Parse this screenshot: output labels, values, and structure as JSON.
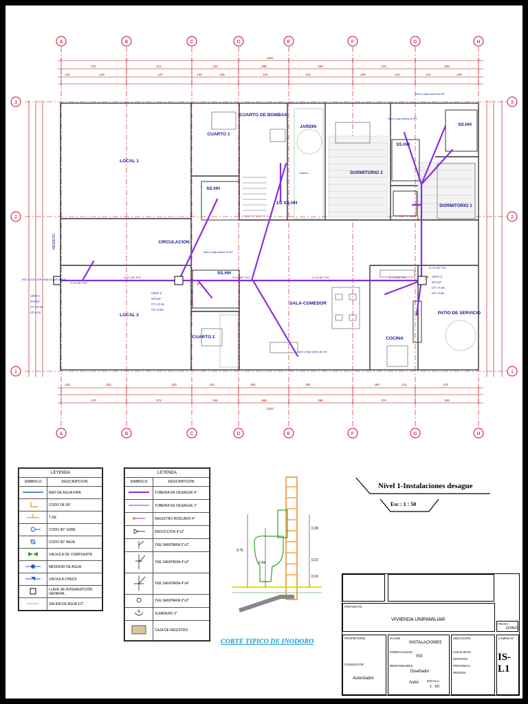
{
  "grid": {
    "columns": [
      "A",
      "B",
      "C",
      "D",
      "E",
      "F",
      "G",
      "H"
    ],
    "rows": [
      "3",
      "2",
      "1"
    ]
  },
  "dimensions": {
    "top_total": "2257",
    "top_row1": [
      "270",
      "272",
      "245",
      "288",
      "258",
      "278",
      "293"
    ],
    "top_row2": [
      "125",
      "140",
      "147",
      "120",
      "125",
      "116",
      "133",
      "225",
      "110",
      "121",
      "138"
    ],
    "bottom_row1": [
      "125",
      "422",
      "230",
      "140",
      "250",
      "300",
      "180",
      "110",
      "175"
    ],
    "bottom_row2": [
      "270",
      "272",
      "245",
      "288",
      "258",
      "278",
      "293"
    ],
    "bottom_total": "2257"
  },
  "rooms": {
    "local1": "LOCAL 1",
    "local2": "LOCAL 2",
    "cuarto1": "CUARTO 1",
    "cuarto2": "CUARTO 2",
    "cuarto_bombas": "CUARTO DE BOMBAS",
    "jardin": "JARDIN",
    "dormitorio2": "DORMITORIO 2",
    "dormitorio1": "DORMITORIO 1",
    "circulacion": "CIRCULACION",
    "sala_comedor": "SALA-COMEDOR",
    "cocina": "COCINA",
    "patio": "PATIO DE SERVICIO",
    "sshh1": "SS.HH",
    "sshh2": "SS.HH",
    "sshh3": "SS.HH",
    "sshh4": "SS.HH",
    "half_ss": "1/2 SS.HH"
  },
  "annotations": {
    "sube_baja_1": "Sube y baja tuberia de Ø4\"",
    "sube_baja_2": "Sube y baja tuberia de Ø4\"",
    "sube_baja_3": "Sube y baja tuberia de Ø4\"",
    "sube_baja_4": "Sube y baja tuberia de Ø4\"",
    "red_colector": "RED COLECTOR PUBLICO DESAGUE",
    "cajas": [
      {
        "name": "CRAF 1",
        "lines": [
          "24\"x12\"",
          "CT=+0.15",
          "CF=-0.6"
        ]
      },
      {
        "name": "CRAF 2",
        "lines": [
          "24\"x12\"",
          "CT=+0.15",
          "CF=-0.53"
        ]
      },
      {
        "name": "CRAF 3",
        "lines": [
          "24\"x12\"",
          "CT=+0.15",
          "CF=-0.45"
        ]
      }
    ],
    "pipe_labels": [
      "S=1% Ø4\" PVC",
      "S=1% Ø4\" PVC",
      "S=1% Ø4\" PVC",
      "S=1% Ø4\" PVC",
      "S=1% Ø4\" PVC",
      "S=1% Ø4\" PVC"
    ],
    "ingreso": "INGRESO",
    "cisterna": "Cisterna"
  },
  "legend1": {
    "title": "LEYENDA",
    "col_symbol": "SIMBOLO",
    "col_desc": "DESCRIPCION",
    "items": [
      "RED DE AGUA FRIA",
      "CODO DE 90°",
      "T EE",
      "CODO 90° SUBE",
      "CODO 90° BAJA",
      "VÁLVULA DE COMPUERTA",
      "MEDIDOR DE AGUA",
      "VÁLVULA CHECK",
      "LLAVE DE INTERRUPCIÓN GENERAL",
      "SALIDA DE AGUA 1/2\""
    ]
  },
  "legend2": {
    "title": "LEYENDA",
    "col_symbol": "SIMBOLO",
    "col_desc": "DESCRIPCION",
    "items": [
      "TUBERIA DE DESAGUE 4\"",
      "TUBERIA DE DESAGUE 2\"",
      "REGISTRO ROSCADO 4\"",
      "REDUCCION 4\"x2\"",
      "YEE SANITARIA 2\"x2\"",
      "YEE SANITARIA 4\"x2\"",
      "YEE SANITARIA 4\"x4\"",
      "YEE SANITARIA 2\"x2\"",
      "SUMIDERO 2\"",
      "CAJA DE REGISTRO"
    ]
  },
  "section": {
    "title": "CORTE TIPICO DE INODORO",
    "dims": [
      "0.75",
      "0.43",
      "0.38",
      "0.21",
      "0.16"
    ]
  },
  "sheet_title": {
    "title": "Nivel 1-Instalaciones desague",
    "scale": "Esc : 1 : 50"
  },
  "title_block": {
    "proyecto_label": "PROYECTO:",
    "proyecto": "VIVIENDA UNIFAMILIAR",
    "fecha_label": "FECHA:",
    "fecha": "12/05/23",
    "propietario_label": "PROPIETARIO",
    "plano_label": "PLANO",
    "plano": "INSTALACIONES",
    "ubicacion_label": "UBICACION:",
    "lamina_label": "LAMINA N°",
    "especialidad_label": "ESPECIALIDAD",
    "especialidad": "ISS",
    "localidad_label": "LOCALIDAD:",
    "distrito_label": "DISTRITO:",
    "provincia_label": "PROVINCIA:",
    "region_label": "REGION:",
    "consultor_label": "CONSULTOR",
    "responsable_label": "RESPONSABLE",
    "disenador": "Diseñador",
    "autorizador": "Autorizador",
    "autor_label": "Autor",
    "escala_label": "ESCALA",
    "escala": "1 : 50",
    "lamina": "IS-L1"
  },
  "colors": {
    "dim_red": "#b40000",
    "grid_red": "#c8001e",
    "pipe": "#8a2be2",
    "text_blue": "#16189a",
    "wall": "#333333",
    "orange": "#f08a1e",
    "green": "#29a31f"
  }
}
